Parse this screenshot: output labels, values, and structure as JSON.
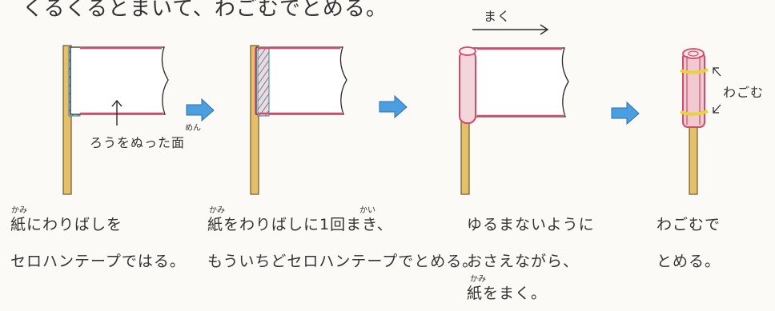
{
  "header": {
    "text": "くるくるとまいて、わごむでとめる。"
  },
  "step1": {
    "label": "ろうをぬった面",
    "label_ruby": "めん",
    "caption_line1": "紙にわりばしを",
    "caption_ruby": "かみ",
    "caption_line2": "セロハンテープではる。"
  },
  "step2": {
    "caption_line1": "紙をわりばしに1回まき、",
    "caption_ruby1": "かみ",
    "caption_ruby2": "かい",
    "caption_line2": "もういちどセロハンテープでとめる。"
  },
  "step3": {
    "roll_label": "まく",
    "caption_line1": "ゆるまないように",
    "caption_line2": "おさえながら、",
    "caption_line3": "紙をまく。",
    "caption_ruby": "かみ"
  },
  "step4": {
    "band_label": "わごむ",
    "caption_line1": "わごむで",
    "caption_line2": "とめる。"
  },
  "colors": {
    "stick": "#e5c06a",
    "paper_edge": "#d24b6a",
    "tape": "#7fb7c9",
    "arrow": "#4b9ee0",
    "band": "#e8d43a"
  }
}
